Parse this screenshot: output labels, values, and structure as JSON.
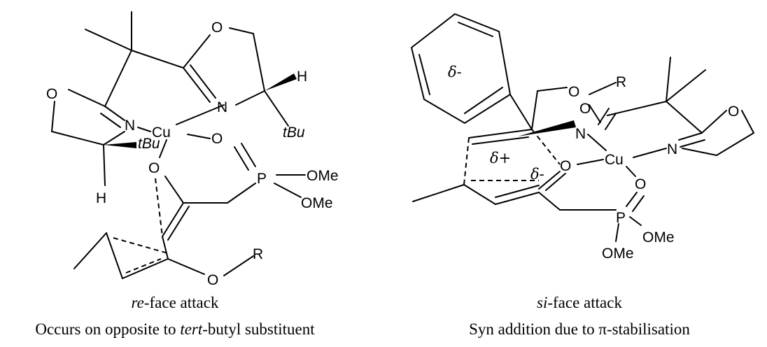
{
  "left": {
    "atoms": {
      "o_top": "O",
      "o_left": "O",
      "n_left": "N",
      "n_right": "N",
      "cu": "Cu",
      "o_cu": "O",
      "o_enol": "O",
      "p": "P",
      "ome1": "OMe",
      "ome2": "OMe",
      "o_ether": "O",
      "r": "R",
      "h_top": "H",
      "h_bottom": "H",
      "tbu_right": "tBu",
      "tbu_center": "tBu"
    },
    "caption": {
      "line1_italic": "re",
      "line1_rest": "-face attack",
      "line2_prefix": "Occurs on opposite to ",
      "line2_italic": "tert",
      "line2_suffix": "-butyl substituent"
    }
  },
  "right": {
    "atoms": {
      "o_top": "O",
      "r": "R",
      "o_mid": "O",
      "o_ring": "O",
      "n_mid": "N",
      "n_right": "N",
      "cu": "Cu",
      "o_cu": "O",
      "o_enol": "O",
      "p": "P",
      "ome1": "OMe",
      "ome2": "OMe"
    },
    "charges": {
      "ring": "δ-",
      "plus": "δ+",
      "minus": "δ-"
    },
    "caption": {
      "line1_italic": "si",
      "line1_rest": "-face attack",
      "line2": "Syn addition due to π-stabilisation"
    }
  }
}
